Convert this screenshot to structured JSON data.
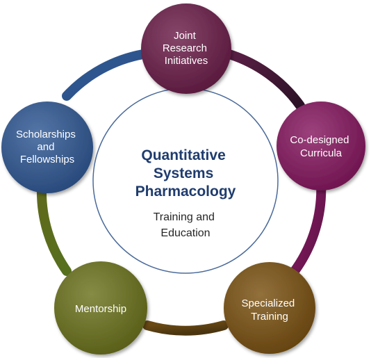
{
  "center": {
    "title_lines": [
      "Quantitative",
      "Systems",
      "Pharmacology"
    ],
    "subtitle_lines": [
      "Training and",
      "Education"
    ]
  },
  "nodes": [
    {
      "id": "joint-research",
      "lines": [
        "Joint",
        "Research",
        "Initiatives"
      ],
      "color": "#6b1d49"
    },
    {
      "id": "co-designed-curricula",
      "lines": [
        "Co-designed",
        "Curricula"
      ],
      "color": "#86175f"
    },
    {
      "id": "specialized-training",
      "lines": [
        "Specialized",
        "Training"
      ],
      "color": "#7a5111"
    },
    {
      "id": "mentorship",
      "lines": [
        "Mentorship"
      ],
      "color": "#6b721c"
    },
    {
      "id": "scholarships-fellowships",
      "lines": [
        "Scholarships",
        "and",
        "Fellowships"
      ],
      "color": "#2f5894"
    }
  ],
  "colors": {
    "title": "#1f3c6e",
    "center_border": "#4a6a9a",
    "ring_joint_to_curricula": [
      "#5a1f45",
      "#2b1226"
    ],
    "ring_curricula_to_specialized": [
      "#8a1762",
      "#5e1648"
    ],
    "ring_specialized_to_mentorship": [
      "#6a4a14",
      "#4a3510"
    ],
    "ring_mentorship_to_scholarships": [
      "#5f6a1c",
      "#56701e"
    ],
    "ring_scholarships_to_joint": [
      "#2e5a92",
      "#2f4f88"
    ]
  }
}
